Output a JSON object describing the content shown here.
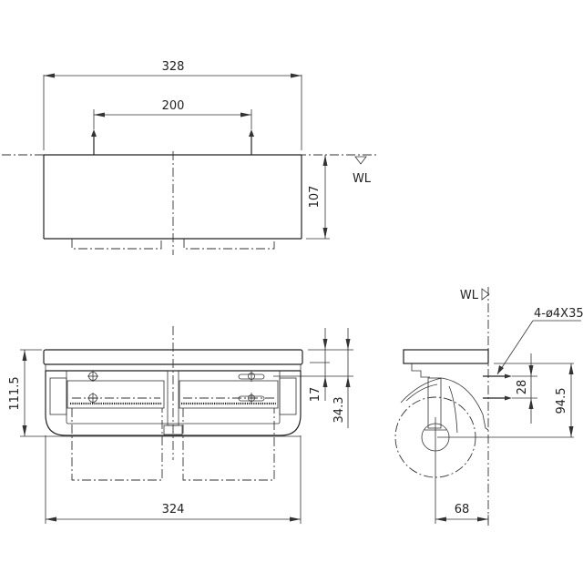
{
  "drawing": {
    "subject": "double paper holder",
    "line_color": "#222222",
    "background": "#ffffff",
    "top_view": {
      "overall_width_label": "328",
      "mount_spacing_label": "200",
      "depth_label": "107",
      "wall_line_label": "WL"
    },
    "front_view": {
      "overall_height_label": "111.5",
      "bottom_width_label": "324",
      "cutter_offset_label": "17",
      "roll_offset_label": "34.3"
    },
    "side_view": {
      "wall_line_label": "WL",
      "screw_spec_label": "4-ø4X35",
      "screw_spacing_label": "28",
      "height_label": "94.5",
      "projection_label": "68"
    }
  }
}
